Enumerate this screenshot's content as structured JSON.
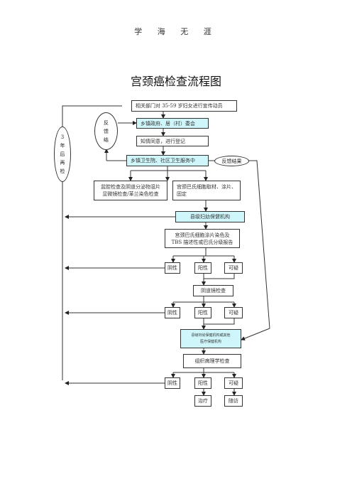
{
  "header": "学 海 无 涯",
  "title": "宫颈癌检查流程图",
  "loop": {
    "label": "3年后再检"
  },
  "feedback": {
    "label": "反馈结"
  },
  "feedback_result": "反馈结果",
  "steps": {
    "mobilize": "相关部门对 35-59 岁妇女进行宣传动员",
    "township_gov": "乡镇政府、居（村）委会",
    "consent": "知情同意，进行登记",
    "health_center": "乡镇卫生院、社区卫生服务中",
    "pelvic_exam": "盆腔检查及阴道分泌物湿片\n显微镜检查/革兰染色检查",
    "cytology_sampling": "宫颈巴氏细胞取材、涂片、\n固定",
    "county_mch": "县级妇幼保健机构",
    "cytology_report": "宫颈巴氏细胞涂片染色及\nTBS 描述性或巴氏分级报告",
    "colposcopy": "阴道镜检查",
    "county_referral": "县级妇幼保健机构或其他\n医疗保健机构",
    "pathology": "组织病理学检查"
  },
  "results": {
    "r1": {
      "negative": "阴性",
      "positive": "阳性",
      "suspicious": "可疑"
    },
    "r2": {
      "negative": "阴性",
      "positive": "阳性",
      "suspicious": "可疑"
    },
    "r3": {
      "negative": "阴性",
      "positive": "阳性",
      "suspicious": "可疑"
    }
  },
  "outcomes": {
    "treatment": "治疗",
    "followup": "随访"
  }
}
